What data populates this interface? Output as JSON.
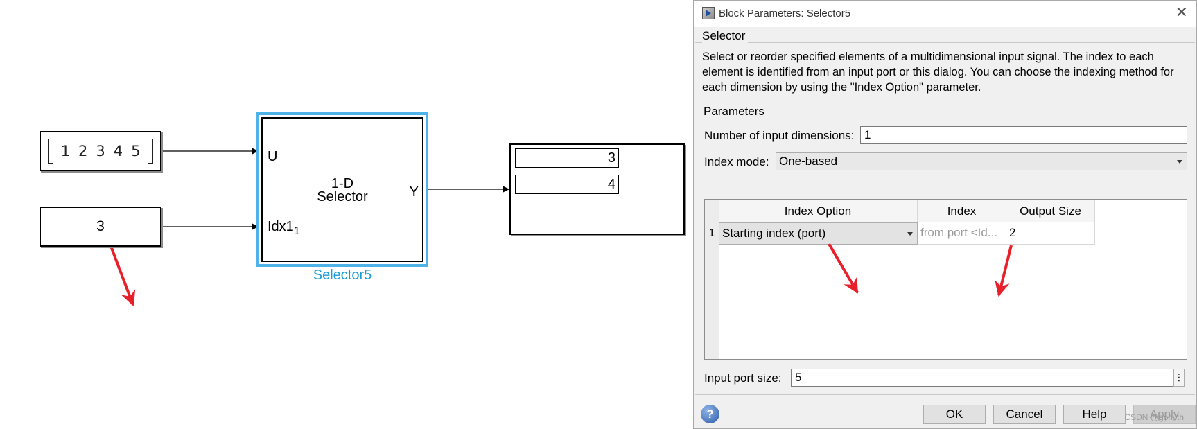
{
  "canvas": {
    "constant_vector": {
      "values": [
        "1",
        "2",
        "3",
        "4",
        "5"
      ]
    },
    "constant_scalar": {
      "value": "3"
    },
    "selector": {
      "name": "Selector5",
      "title_line1": "1-D",
      "title_line2": "Selector",
      "port_u": "U",
      "port_idx": "Idx1",
      "port_idx_sub": "1",
      "port_y": "Y"
    },
    "display": {
      "values": [
        "3",
        "4"
      ]
    }
  },
  "dialog": {
    "title": "Block Parameters: Selector5",
    "block_type": "Selector",
    "description": "Select or reorder specified elements of a multidimensional input signal. The index to each element is identified from an input port or this dialog. You can choose the indexing method for each dimension by using the \"Index Option\" parameter.",
    "parameters_label": "Parameters",
    "num_dims_label": "Number of input dimensions:",
    "num_dims_value": "1",
    "index_mode_label": "Index mode:",
    "index_mode_value": "One-based",
    "table": {
      "columns": [
        "Index Option",
        "Index",
        "Output Size"
      ],
      "rows": [
        {
          "num": "1",
          "index_option": "Starting index (port)",
          "index": "from port <Id...",
          "output_size": "2"
        }
      ]
    },
    "input_port_size_label": "Input port size:",
    "input_port_size_value": "5",
    "more_glyph": "⋮",
    "buttons": {
      "ok": "OK",
      "cancel": "Cancel",
      "help": "Help",
      "apply": "Apply"
    },
    "help_glyph": "?",
    "close_glyph": "✕"
  },
  "watermark": "CSDN @gorivth",
  "colors": {
    "selection": "#4fb3ea",
    "block_name": "#1a9bd7",
    "annotation_arrow": "#e8202a"
  },
  "icons": [
    "app-icon",
    "close-icon",
    "help-icon",
    "dropdown-arrow-icon",
    "more-options-icon"
  ]
}
